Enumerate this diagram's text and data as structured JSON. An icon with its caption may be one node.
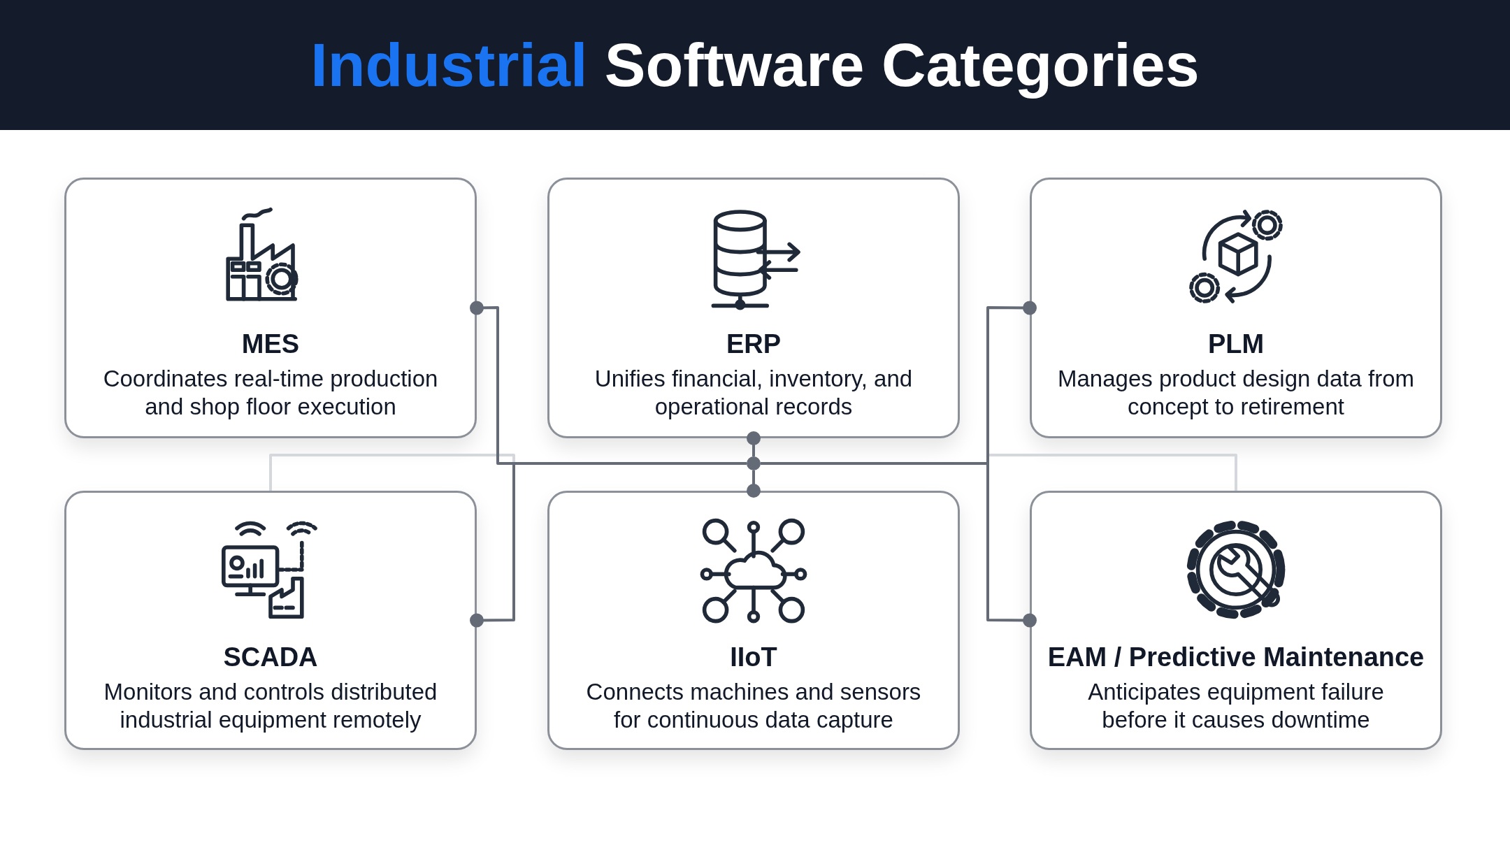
{
  "diagram": {
    "title": "Industrial Software Categories",
    "nodes": [
      {
        "text": [
          "MES",
          "Coordinates real-time production and shop floor execution"
        ]
      },
      {
        "text": [
          "ERP",
          "Unifies financial, inventory, and operational records"
        ]
      },
      {
        "text": [
          "PLM",
          "Manages product design data from concept to retirement"
        ]
      },
      {
        "text": [
          "SCADA",
          "Monitors and controls distributed industrial equipment remotely"
        ]
      },
      {
        "text": [
          "IIoT",
          "Connects machines and sensors for continuous data capture"
        ]
      },
      {
        "text": [
          "EAM / Predictive Maintenance",
          "Anticipates equipment failure before it causes downtime"
        ]
      },
      {
        "text": [],
        "shape": "circle"
      }
    ],
    "edges": [
      {
        "from": 6,
        "to": 0,
        "arrow": "other"
      },
      {
        "from": 6,
        "to": 1,
        "arrow": "other"
      },
      {
        "from": 6,
        "to": 2,
        "arrow": "other"
      },
      {
        "from": 6,
        "to": 3,
        "arrow": "other"
      },
      {
        "from": 6,
        "to": 4,
        "arrow": "other"
      },
      {
        "from": 6,
        "to": 5,
        "arrow": "other"
      },
      {
        "from": 6,
        "to": 3,
        "arrow": "none",
        "color": "#d4d7dc"
      },
      {
        "from": 6,
        "to": 5,
        "arrow": "none",
        "color": "#d4d7dc"
      }
    ]
  }
}
